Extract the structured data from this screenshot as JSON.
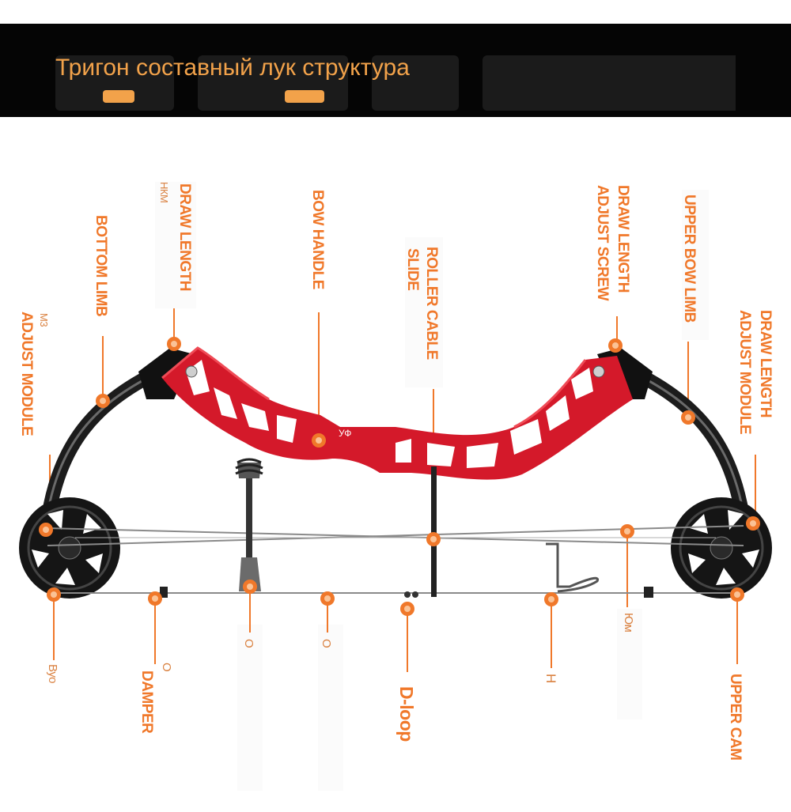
{
  "banner": {
    "title": "Тригон составный лук структура"
  },
  "labels": {
    "bottom_limb": "BOTTOM LIMB",
    "draw_length_top": "DRAW LENGTH",
    "nkm": "НКМ",
    "m3": "М3",
    "adjust_module_left": "ADJUST MODULE",
    "bow_handle": "BOW HANDLE",
    "roller_cable": "ROLLER CABLE",
    "slide": "SLIDE",
    "draw_length_adjust_1": "DRAW LENGTH",
    "draw_length_adjust_2": "ADJUST SCREW",
    "upper_bow_limb": "UPPER BOW LIMB",
    "draw_length_module_1": "DRAW LENGTH",
    "draw_length_module_2": "ADJUST MODULE",
    "handle_badge": "УФ",
    "vyo": "Вуо",
    "o_damper": "О",
    "damper": "DAMPER",
    "o_rest": "О",
    "o_string": "О",
    "d_loop": "D-loop",
    "h_rest": "Н",
    "yum": "Юм",
    "upper_cam": "UPPER CAM"
  },
  "colors": {
    "accent": "#f0782a",
    "riser": "#d4192a",
    "limb": "#1c1c1c",
    "banner": "#050505"
  }
}
